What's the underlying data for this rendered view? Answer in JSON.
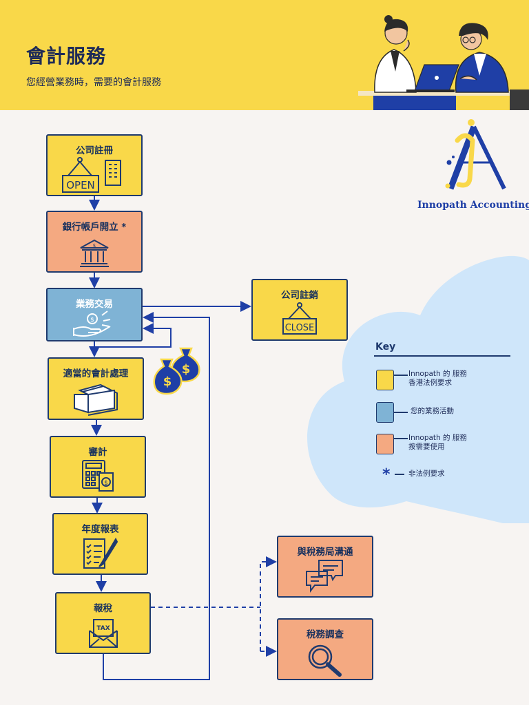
{
  "header": {
    "title": "會計服務",
    "subtitle": "您經營業務時，需要的會計服務"
  },
  "logo": {
    "text": "Innopath Accounting"
  },
  "steps": {
    "company_registration": {
      "label": "公司註冊",
      "icon": "open-sign-icon"
    },
    "bank_account": {
      "label": "銀行帳戶開立 *",
      "icon": "bank-icon"
    },
    "business_transactions": {
      "label": "業務交易",
      "icon": "hand-coin-icon"
    },
    "company_deregistration": {
      "label": "公司註銷",
      "icon": "close-sign-icon"
    },
    "bookkeeping": {
      "label": "適當的會計處理",
      "icon": "file-drawer-icon"
    },
    "audit": {
      "label": "審計",
      "icon": "calculator-icon"
    },
    "annual_return": {
      "label": "年度報表",
      "icon": "checklist-icon"
    },
    "tax_filing": {
      "label": "報稅",
      "icon": "tax-envelope-icon"
    },
    "ird_communication": {
      "label": "與稅務局溝通",
      "icon": "chat-bubbles-icon"
    },
    "tax_investigation": {
      "label": "稅務調查",
      "icon": "magnifier-icon"
    }
  },
  "key": {
    "title": "Key",
    "items": [
      {
        "color": "#f9d849",
        "line1": "Innopath 的 服務",
        "line2": "香港法例要求"
      },
      {
        "color": "#7fb3d5",
        "line1": "您的業務活動",
        "line2": ""
      },
      {
        "color": "#f4a981",
        "line1": "Innopath 的 服務",
        "line2": "按需要使用"
      },
      {
        "symbol": "*",
        "line1": "非法例要求",
        "line2": ""
      }
    ]
  },
  "colors": {
    "header_yellow": "#f9d849",
    "service_yellow": "#f9d849",
    "optional_orange": "#f4a981",
    "business_blue": "#7fb3d5",
    "navy": "#1f3a6e",
    "cloud_blue": "#cfe6fa"
  }
}
